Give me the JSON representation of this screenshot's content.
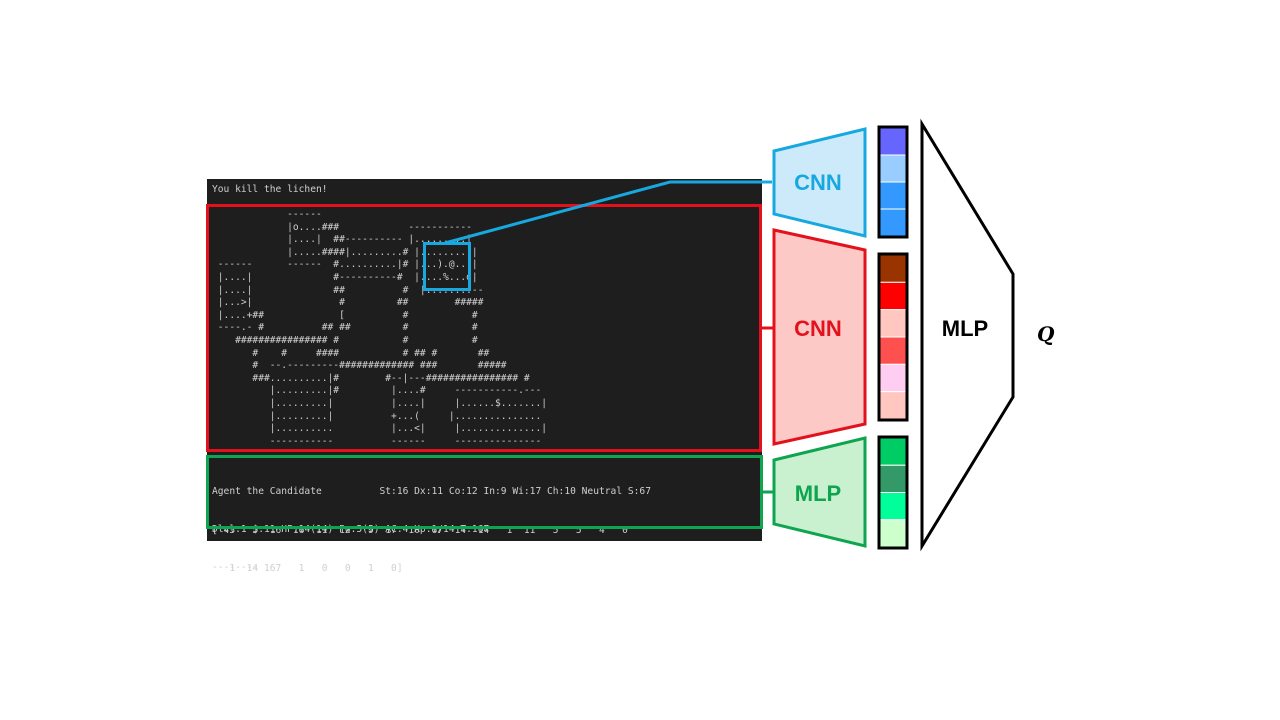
{
  "terminal": {
    "message": "You kill the lichen!",
    "map_lines": [
      "             ------",
      "             |o....###            -----------",
      "             |....|  ##---------- |.........|",
      "             |.....####|.........# |.........|",
      " ------      ------  #..........|# |...).@...|",
      " |....|              #----------#  |....%...d|",
      " |....|              ##          #  |........--",
      " |...>|               #         ##        #####",
      " |....+##             [          #           #",
      " ----.- #          ## ##         #           #",
      "    ################ #           #           #",
      "       #    #     ####           # ## #       ##",
      "       #  --.---------############# ###       #####",
      "       ###..........|#        #--|---################ #",
      "          |.........|#         |....#     -----------.---",
      "          |.........|          |....|     |......$.......|",
      "          |.........|          +...(     |...............",
      "          |..........          |...<|     |..............|",
      "          -----------          ------     ---------------"
    ],
    "status_line1": "Agent the Candidate          St:16 Dx:11 Co:12 In:9 Wi:17 Ch:10 Neutral S:67",
    "status_line2": "Dlvl:1 $:11 HP:14(14) Pw:5(5) AC:4 Xp:1/14 T:167",
    "status_line3": "--------",
    "blstats_line1": "[ 45   5  16  16  11  12   9  17  10  67  14  14   1  11   5   5   4   0",
    "blstats_line2": "   1  14 167   1   0   0   1   0]"
  },
  "diagram": {
    "cnn_top": "CNN",
    "cnn_mid": "CNN",
    "mlp_bottom": "MLP",
    "mlp_head": "MLP",
    "output": "Q"
  },
  "colors": {
    "blue": "#18a8e0",
    "red": "#e3111b",
    "green": "#0fa44f",
    "blue_fill": "#cdeafa",
    "red_fill": "#fcc9c7",
    "green_fill": "#c9f0cf",
    "embed_blue": [
      "#6666ff",
      "#99ccff",
      "#3399ff",
      "#3399ff"
    ],
    "embed_red": [
      "#993300",
      "#ff0000",
      "#ffc7c0",
      "#ff5050",
      "#ffccf2",
      "#ffc7c0"
    ],
    "embed_green": [
      "#00cc66",
      "#339966",
      "#00ff99",
      "#ccffcc"
    ]
  }
}
